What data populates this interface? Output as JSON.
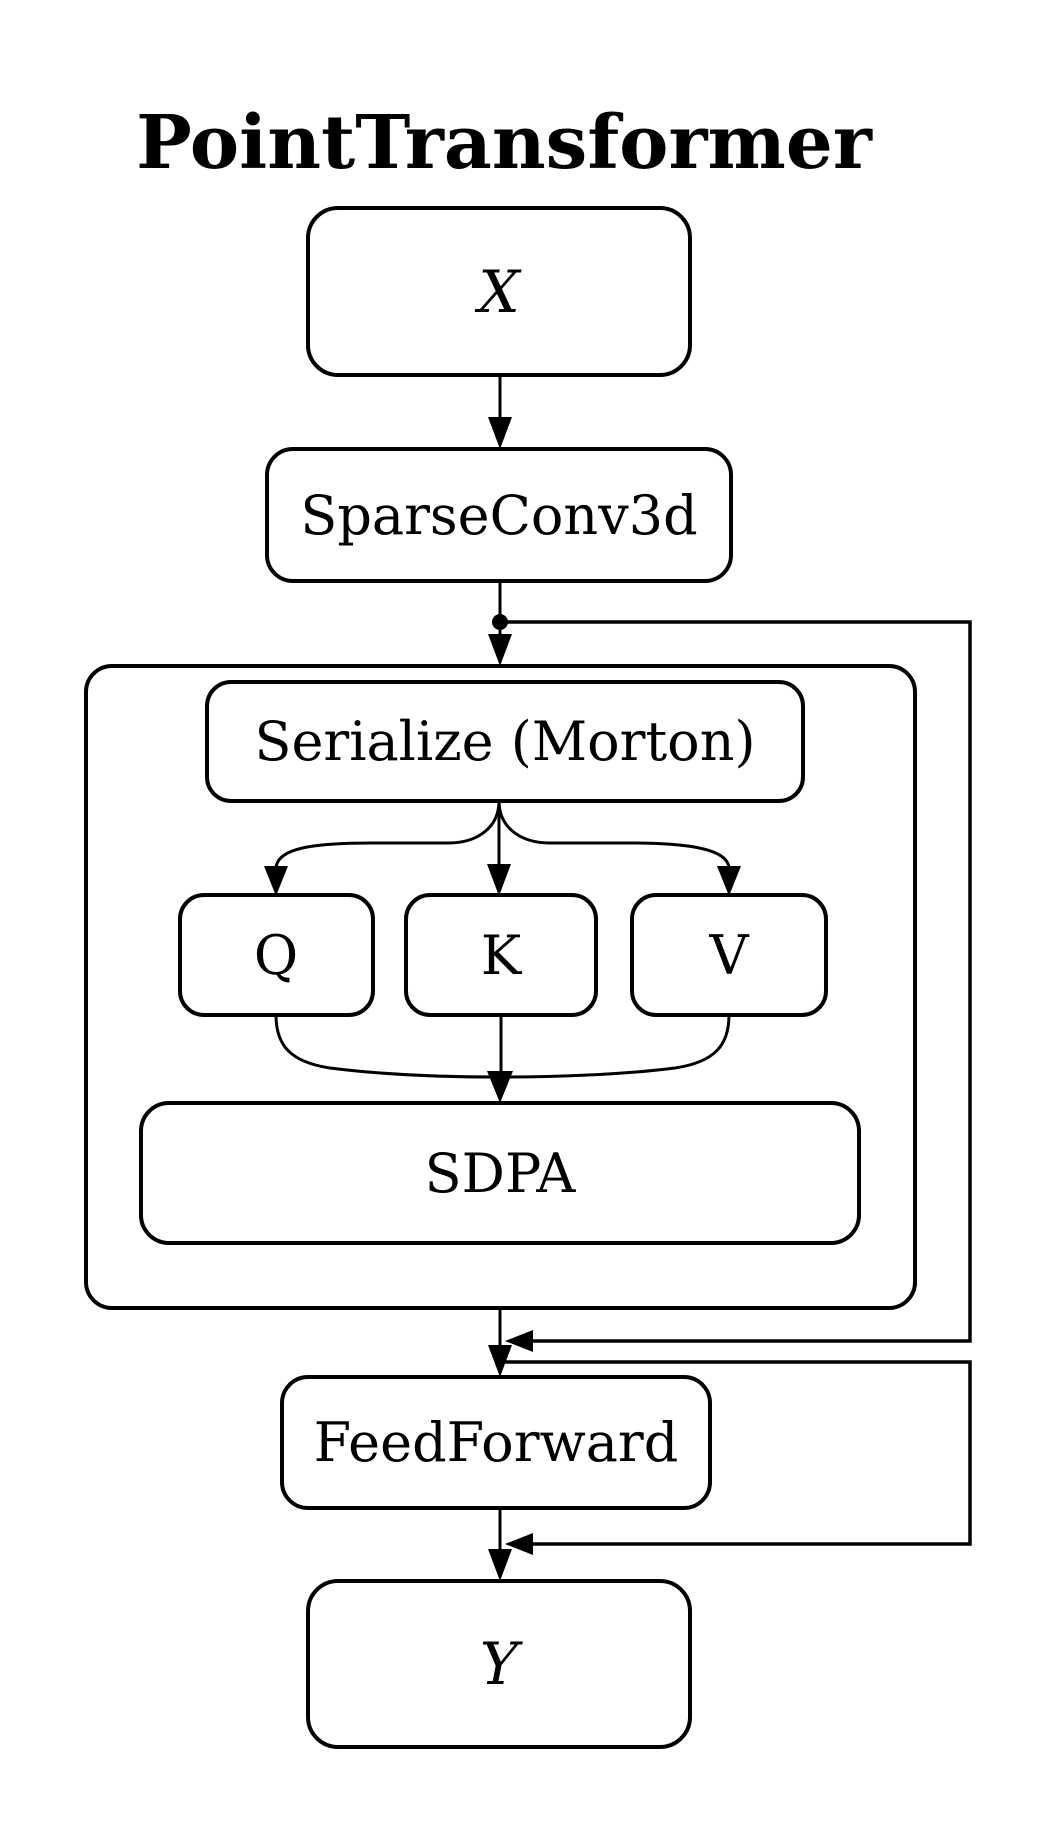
{
  "page": {
    "background_color": "#ffffff",
    "ink_color": "#000000"
  },
  "diagram": {
    "title": "PointTransformer",
    "nodes": {
      "input_label": "X",
      "sparseconv_label": "SparseConv3d",
      "serialize_label": "Serialize (Morton)",
      "q_label": "Q",
      "k_label": "K",
      "v_label": "V",
      "sdpa_label": "SDPA",
      "feedforward_label": "FeedForward",
      "output_label": "Y"
    }
  }
}
